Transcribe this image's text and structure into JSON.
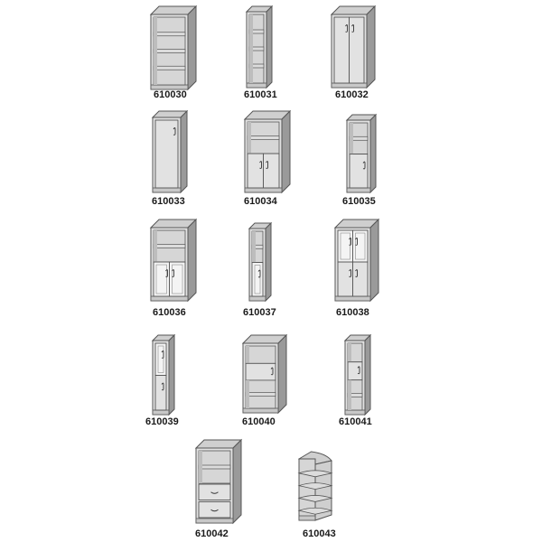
{
  "catalog": {
    "items": [
      {
        "code": "610030",
        "type": "open-shelf-tall"
      },
      {
        "code": "610031",
        "type": "open-shelf-tall-narrow"
      },
      {
        "code": "610032",
        "type": "double-door-tall"
      },
      {
        "code": "610033",
        "type": "single-door-tall"
      },
      {
        "code": "610034",
        "type": "open-top-double-door-bottom"
      },
      {
        "code": "610035",
        "type": "open-top-single-door-bottom-narrow"
      },
      {
        "code": "610036",
        "type": "open-top-glass-double-door-bottom"
      },
      {
        "code": "610037",
        "type": "open-top-glass-door-bottom-narrow"
      },
      {
        "code": "610038",
        "type": "glass-top-double-door-bottom"
      },
      {
        "code": "610039",
        "type": "glass-top-single-door-bottom-narrow"
      },
      {
        "code": "610040",
        "type": "open-top-door-middle-open-bottom"
      },
      {
        "code": "610041",
        "type": "open-top-door-middle-open-bottom-narrow"
      },
      {
        "code": "610042",
        "type": "open-top-two-drawers-bottom"
      },
      {
        "code": "610043",
        "type": "corner-open-shelf"
      }
    ]
  }
}
